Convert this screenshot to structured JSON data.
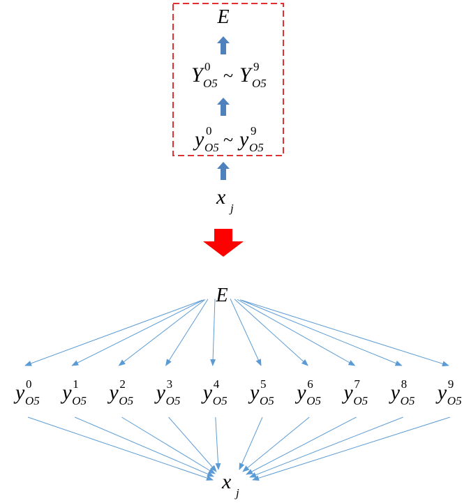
{
  "colors": {
    "dashed_box": "#e03030",
    "small_arrow": "#4f81bd",
    "big_arrow": "#ff0000",
    "edge": "#5b9bd5",
    "text": "#000000"
  },
  "top": {
    "E": "E",
    "Y_range": {
      "base": "Y",
      "sub": "O5",
      "sup_from": "0",
      "sup_to": "9",
      "tilde": "~"
    },
    "y_range": {
      "base": "y",
      "sub": "O5",
      "sup_from": "0",
      "sup_to": "9",
      "tilde": "~"
    },
    "x": {
      "base": "x",
      "sub": "j"
    }
  },
  "bottom": {
    "E": "E",
    "y_nodes": [
      {
        "base": "y",
        "sub": "O5",
        "sup": "0"
      },
      {
        "base": "y",
        "sub": "O5",
        "sup": "1"
      },
      {
        "base": "y",
        "sub": "O5",
        "sup": "2"
      },
      {
        "base": "y",
        "sub": "O5",
        "sup": "3"
      },
      {
        "base": "y",
        "sub": "O5",
        "sup": "4"
      },
      {
        "base": "y",
        "sub": "O5",
        "sup": "5"
      },
      {
        "base": "y",
        "sub": "O5",
        "sup": "6"
      },
      {
        "base": "y",
        "sub": "O5",
        "sup": "7"
      },
      {
        "base": "y",
        "sub": "O5",
        "sup": "8"
      },
      {
        "base": "y",
        "sub": "O5",
        "sup": "9"
      }
    ],
    "x": {
      "base": "x",
      "sub": "j"
    }
  }
}
